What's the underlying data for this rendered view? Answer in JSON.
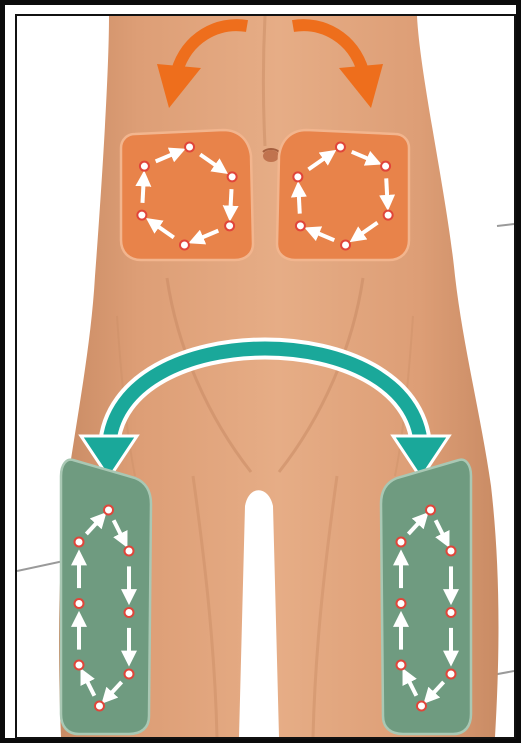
{
  "figure": {
    "subject": "injection-site-rotation",
    "colors": {
      "skin": "#dd9e76",
      "skin_shadow": "#c98b64",
      "skin_light": "#e8b38f",
      "abdomen_zone": "#e8834a",
      "abdomen_zone_border": "#f2b58e",
      "thigh_zone": "#6f9b80",
      "thigh_zone_border": "#a9c8b4",
      "orange_arrow": "#ee6e1c",
      "teal_arrow": "#1aa89a",
      "teal_arrow_outline": "#ffffff",
      "site_dot_fill": "#ffffff",
      "site_dot_ring": "#e0453a",
      "small_arrow": "#ffffff",
      "frame": "#0b0b0b"
    },
    "zones": [
      {
        "id": "upper-left-abdomen",
        "region": "abdomen",
        "sites": 6
      },
      {
        "id": "upper-right-abdomen",
        "region": "abdomen",
        "sites": 6
      },
      {
        "id": "left-thigh",
        "region": "thigh",
        "sites": 8
      },
      {
        "id": "right-thigh",
        "region": "thigh",
        "sites": 8
      }
    ],
    "rotation_arrows": [
      {
        "id": "orange-left",
        "color": "orange",
        "direction": "down-left"
      },
      {
        "id": "orange-right",
        "color": "orange",
        "direction": "down-right"
      },
      {
        "id": "teal-arch",
        "color": "teal",
        "direction": "both-ways"
      }
    ],
    "icons": [
      "site-dot-icon",
      "small-arrow-icon",
      "rotation-arrow-icon"
    ]
  }
}
